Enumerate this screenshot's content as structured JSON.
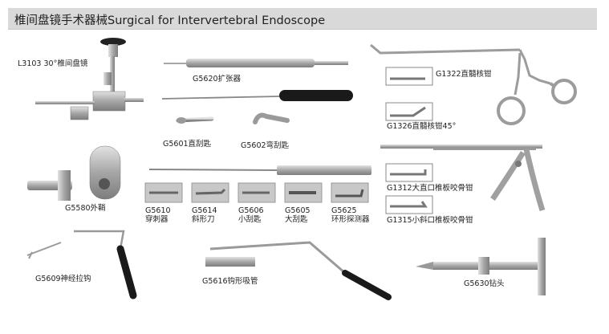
{
  "header": {
    "title": "椎间盘镜手术器械Surgical for Intervertebral Endoscope"
  },
  "items": {
    "l3103": "L3103  30°椎间盘镜",
    "g5620": "G5620扩张器",
    "g5601": "G5601直刮匙",
    "g5602": "G5602弯刮匙",
    "g5580": "G5580外鞘",
    "g5610": {
      "code": "G5610",
      "name": "穿刺器"
    },
    "g5614": {
      "code": "G5614",
      "name": "斜形刀"
    },
    "g5606": {
      "code": "G5606",
      "name": "小刮匙"
    },
    "g5605": {
      "code": "G5605",
      "name": "大刮匙"
    },
    "g5625": {
      "code": "G5625",
      "name": "环形探测器"
    },
    "g1322": "G1322直髓核钳",
    "g1326": "G1326直髓核钳45°",
    "g1312": "G1312大直口椎板咬骨钳",
    "g1315": "G1315小斜口椎板咬骨钳",
    "g5609": "G5609神经拉钩",
    "g5616": "G5616钩形吸管",
    "g5630": "G5630钻头"
  },
  "colors": {
    "header_bg": "#d9d9d9",
    "steel": "#a9a9a9",
    "handle": "#1a1a1a"
  }
}
